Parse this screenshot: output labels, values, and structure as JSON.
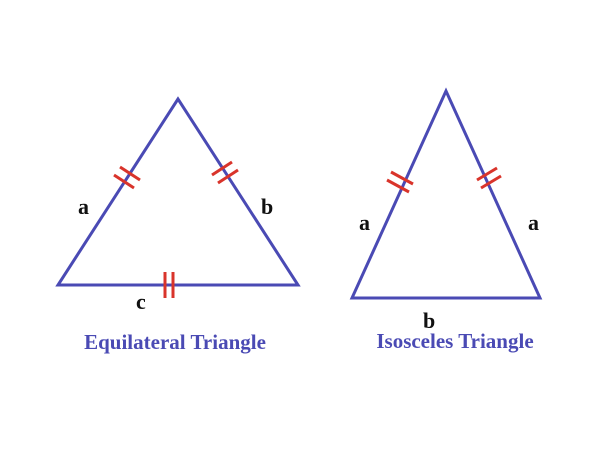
{
  "colors": {
    "triangle": "#4a4ab4",
    "tick": "#d9342b",
    "label": "#111111",
    "caption": "#4a4ab4"
  },
  "equilateral": {
    "caption": "Equilateral Triangle",
    "labels": {
      "left": "a",
      "right": "b",
      "bottom": "c"
    }
  },
  "isosceles": {
    "caption": "Isosceles Triangle",
    "labels": {
      "left": "a",
      "right": "a",
      "bottom": "b"
    }
  }
}
